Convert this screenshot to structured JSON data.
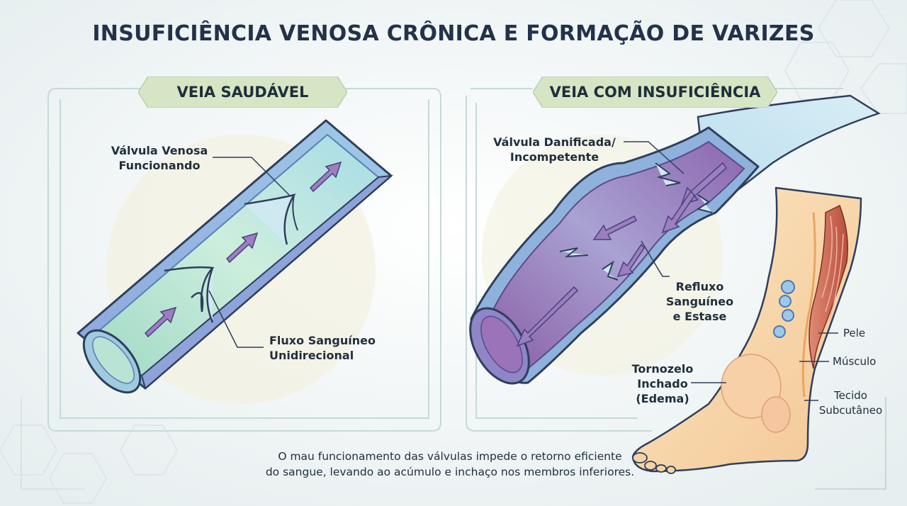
{
  "title": "INSUFICIÊNCIA VENOSA CRÔNICA E FORMAÇÃO DE VARIZES",
  "panels": {
    "healthy": {
      "tag": "VEIA SAUDÁVEL",
      "valve_label_line1": "Válvula Venosa",
      "valve_label_line2": "Funcionando",
      "flow_label_line1": "Fluxo Sanguíneo",
      "flow_label_line2": "Unidirecional"
    },
    "insufficient": {
      "tag": "VEIA COM INSUFICIÊNCIA",
      "valve_label_line1": "Válvula Danificada/",
      "valve_label_line2": "Incompetente",
      "reflux_label_line1": "Refluxo",
      "reflux_label_line2": "Sanguíneo",
      "reflux_label_line3": "e Estase"
    }
  },
  "leg": {
    "ankle_label_line1": "Tornozelo",
    "ankle_label_line2": "Inchado",
    "ankle_label_line3": "(Edema)",
    "layer_skin": "Pele",
    "layer_muscle": "Músculo",
    "layer_subcut_line1": "Tecido",
    "layer_subcut_line2": "Subcutâneo"
  },
  "caption_line1": "O mau funcionamento das válvulas impede o retorno eficiente",
  "caption_line2": "do sangue, levando ao acúmulo e inchaço nos membros inferiores.",
  "colors": {
    "title": "#23324a",
    "tag_fill": "#d6e6c4",
    "vein_healthy": "#8fd3d8",
    "vein_diseased": "#8b64a8",
    "vein_wall": "#7fa6d6",
    "outline": "#2f3e5c",
    "skin": "#f6d7a8",
    "muscle": "#c9624e"
  }
}
